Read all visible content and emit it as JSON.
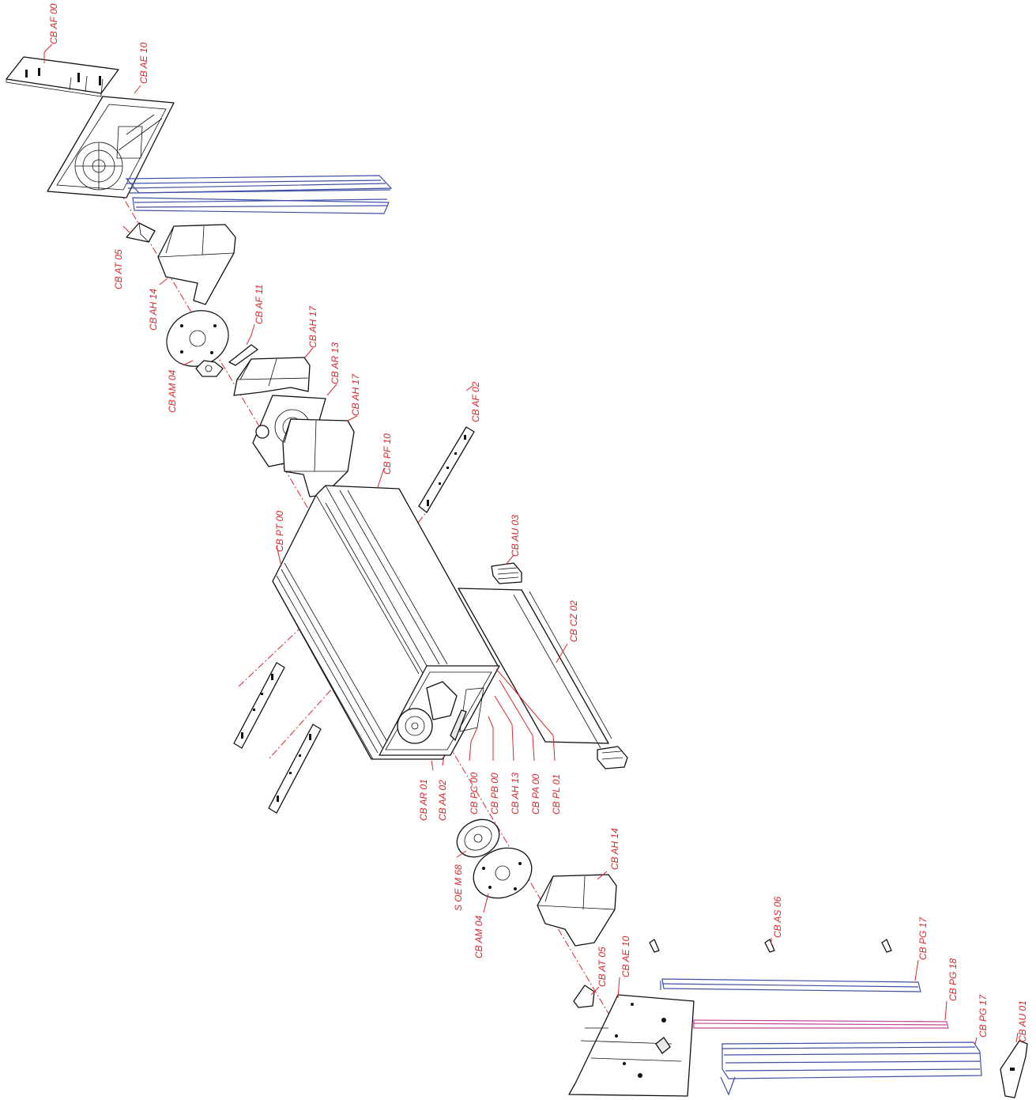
{
  "colors": {
    "label": "#d9262e",
    "outline": "#111111",
    "rail_blue": "#3f4fa6",
    "rail_magenta": "#c0479b"
  },
  "labels": {
    "cb_af_00": "CB AF 00",
    "cb_ae_10_top": "CB AE 10",
    "cb_at_05_top": "CB AT 05",
    "cb_ah_14_top": "CB AH 14",
    "cb_af_11": "CB AF 11",
    "cb_am_04_top": "CB AM 04",
    "cb_ah_17_a": "CB AH 17",
    "cb_ar_13": "CB AR 13",
    "cb_ah_17_b": "CB AH 17",
    "cb_af_02": "CB AF 02",
    "cb_pf_10": "CB PF 10",
    "cb_pt_00": "CB PT 00",
    "cb_au_03": "CB AU 03",
    "cb_cz_02": "CB CZ 02",
    "cb_ar_01": "CB AR 01",
    "cb_aa_02": "CB AA 02",
    "cb_pc_00": "CB PC 00",
    "cb_pb_00": "CB PB 00",
    "cb_ah_13": "CB AH 13",
    "cb_pa_00": "CB PA 00",
    "cb_pl_01": "CB PL 01",
    "s_oe_m_68": "S OE M 68",
    "cb_am_04_bottom": "CB AM 04",
    "cb_ah_14_bottom": "CB AH 14",
    "cb_at_05_bottom": "CB AT 05",
    "cb_ae_10_bottom": "CB AE 10",
    "cb_as_06": "CB AS 06",
    "cb_pg_17_a": "CB PG 17",
    "cb_pg_18": "CB PG 18",
    "cb_pg_17_b": "CB PG 17",
    "cb_au_01": "CB AU 01"
  }
}
